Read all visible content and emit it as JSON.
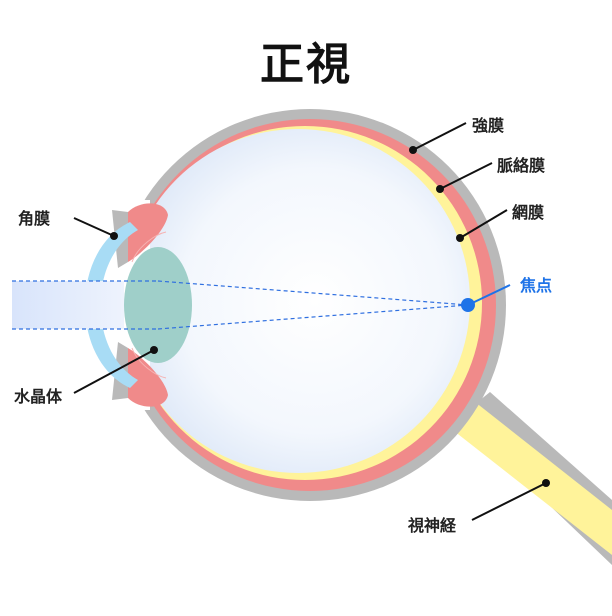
{
  "title": "正視",
  "labels": {
    "sclera": "強膜",
    "choroid": "脈絡膜",
    "retina": "網膜",
    "focal_point": "焦点",
    "cornea": "角膜",
    "lens": "水晶体",
    "optic_nerve": "視神経"
  },
  "colors": {
    "sclera": "#b9b9b9",
    "choroid": "#f08a8a",
    "retina": "#fff39a",
    "vitreous": "#eef4fd",
    "cornea": "#a8dcf5",
    "lens": "#9fcfc9",
    "light_beam": "#dde8fb",
    "focal_point": "#1e73e8",
    "optic_nerve": "#fff39a"
  }
}
